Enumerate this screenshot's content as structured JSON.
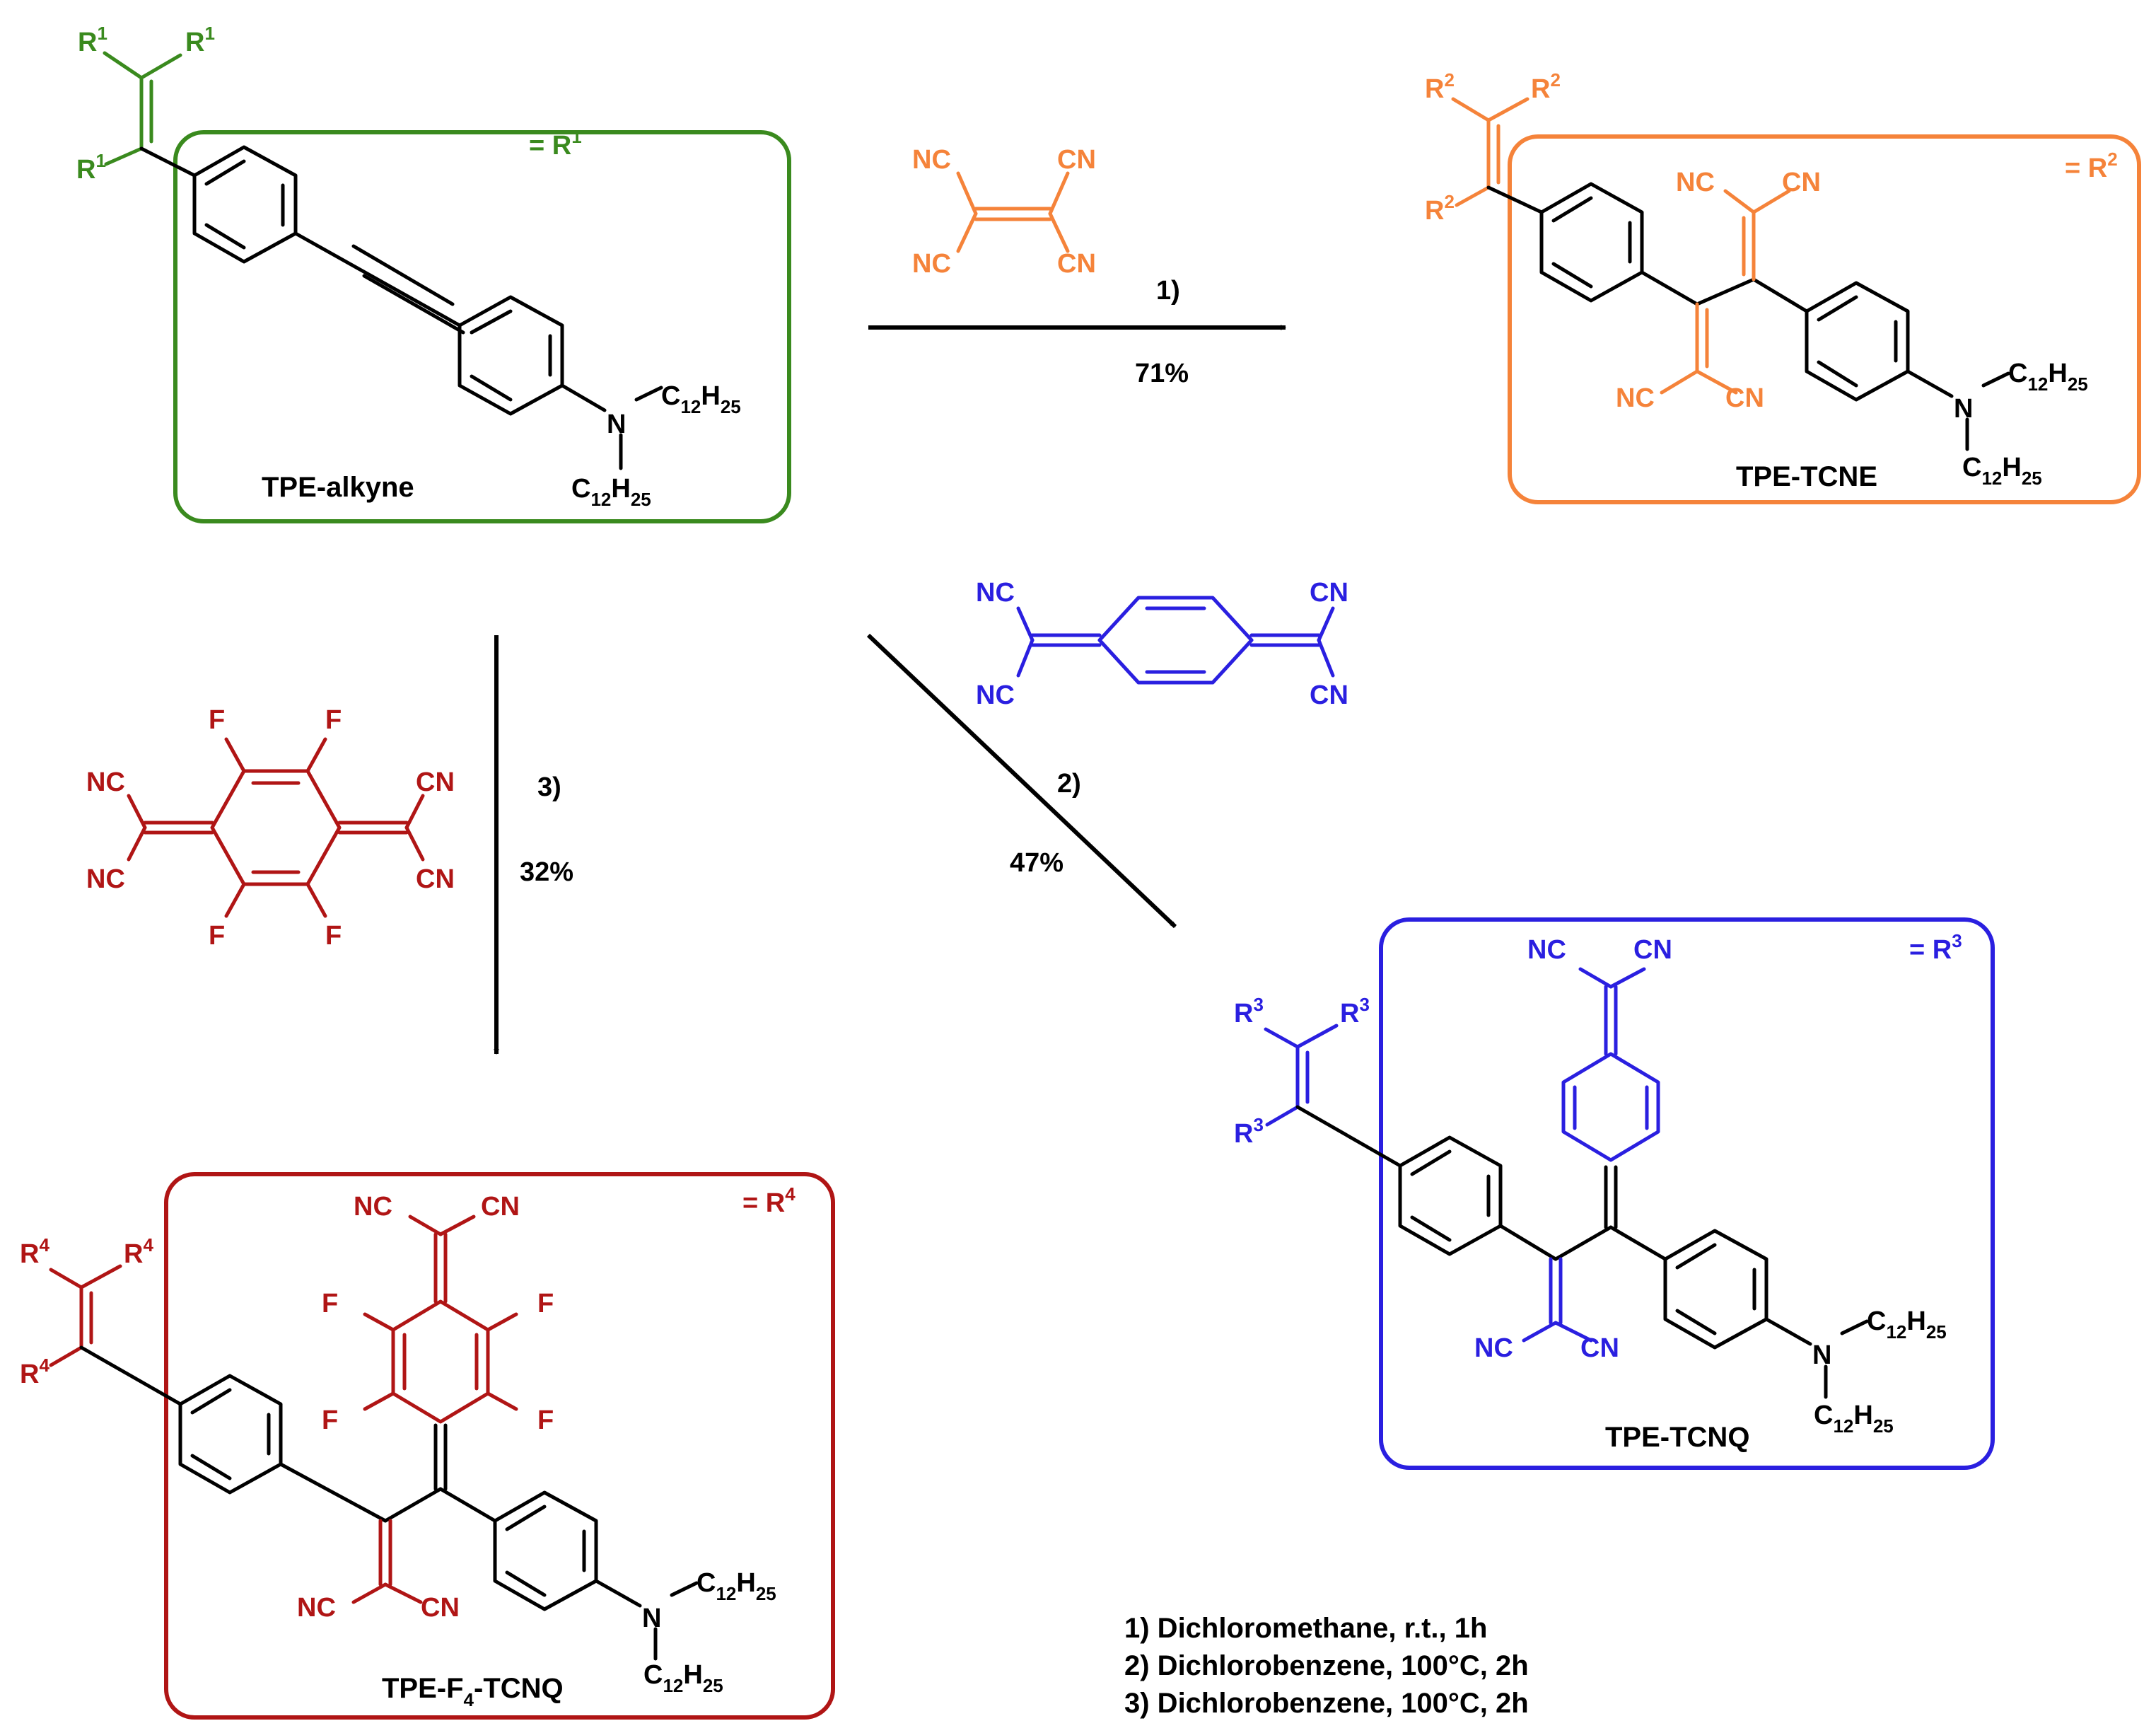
{
  "colors": {
    "black": "#000000",
    "green": "#3a8a1e",
    "orange": "#f5833a",
    "blue": "#2a1fe0",
    "red": "#b01515"
  },
  "text": {
    "nc": "NC",
    "cn": "CN",
    "n": "N",
    "f": "F",
    "r": "R",
    "c": "C",
    "h": "H",
    "sub12": "12",
    "sub25": "25",
    "sub4": "4",
    "eq": "= R"
  },
  "superscripts": {
    "r1": "1",
    "r2": "2",
    "r3": "3",
    "r4": "4"
  },
  "compounds": {
    "alkyne": {
      "name": "TPE-alkyne"
    },
    "tcne": {
      "name": "TPE-TCNE"
    },
    "tcnq": {
      "name": "TPE-TCNQ"
    },
    "f4tcnq": {
      "name_prefix": "TPE-F",
      "name_suffix": "-TCNQ"
    }
  },
  "steps": {
    "step1": {
      "label": "1)",
      "yield": "71%"
    },
    "step2": {
      "label": "2)",
      "yield": "47%"
    },
    "step3": {
      "label": "3)",
      "yield": "32%"
    }
  },
  "conditions": [
    "1) Dichloromethane, r.t., 1h",
    "2) Dichlorobenzene, 100°C, 2h",
    "3) Dichlorobenzene, 100°C, 2h"
  ]
}
